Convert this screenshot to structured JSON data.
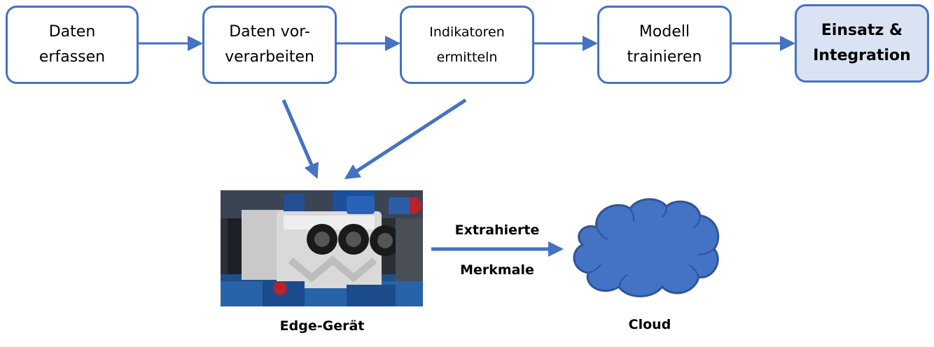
{
  "steps": [
    {
      "label": "Daten\nerfassen"
    },
    {
      "label": "Daten vor-\nverarbeiten"
    },
    {
      "label": "Indikatoren\nermitteln"
    },
    {
      "label": "Modell\ntrainieren"
    },
    {
      "label": "Einsatz &\nIntegration"
    }
  ],
  "edge": {
    "label": "Edge-Gerät"
  },
  "flow": {
    "line1": "Extrahierte",
    "line2": "Merkmale"
  },
  "cloud": {
    "label": "Cloud"
  },
  "colors": {
    "accent": "#4472c4",
    "highlight_fill": "#dae3f3",
    "cloud_fill": "#4472c4"
  }
}
